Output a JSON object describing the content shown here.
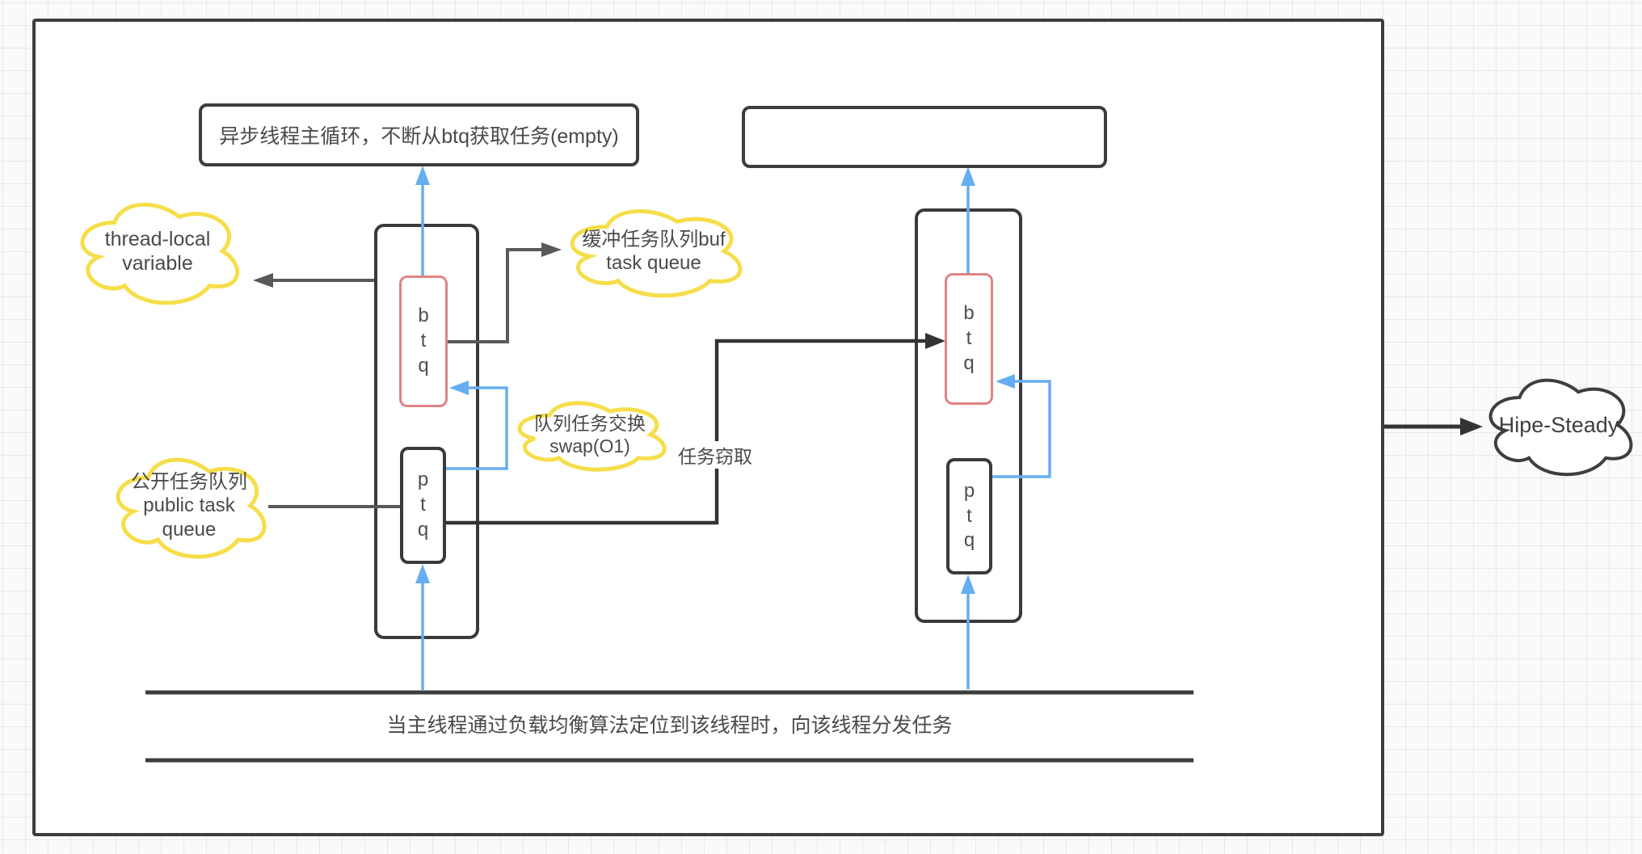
{
  "diagram": {
    "loop_box": {
      "label": "异步线程主循环，不断从btq获取任务(empty)"
    },
    "workers": [
      {
        "btq": "b\nt\nq",
        "ptq": "p\nt\nq"
      },
      {
        "btq": "b\nt\nq",
        "ptq": "p\nt\nq"
      }
    ],
    "clouds": {
      "thread_local": "thread-local\nvariable",
      "buffer_queue": "缓冲任务队列buf\ntask queue",
      "swap": "队列任务交换\nswap(O1)",
      "public_queue": "公开任务队列\npublic task\nqueue",
      "hipe_steady": "Hipe-Steady"
    },
    "labels": {
      "task_steal": "任务窃取",
      "bottom_caption": "当主线程通过负载均衡算法定位到该线程时，向该线程分发任务"
    },
    "colors": {
      "accent_blue": "#66aeef",
      "btq_red": "#e08383",
      "cloud_yellow": "#f6de4b",
      "line_dark": "#3d3d3d",
      "line_gray": "#595959",
      "text": "#4a4a4a"
    }
  }
}
